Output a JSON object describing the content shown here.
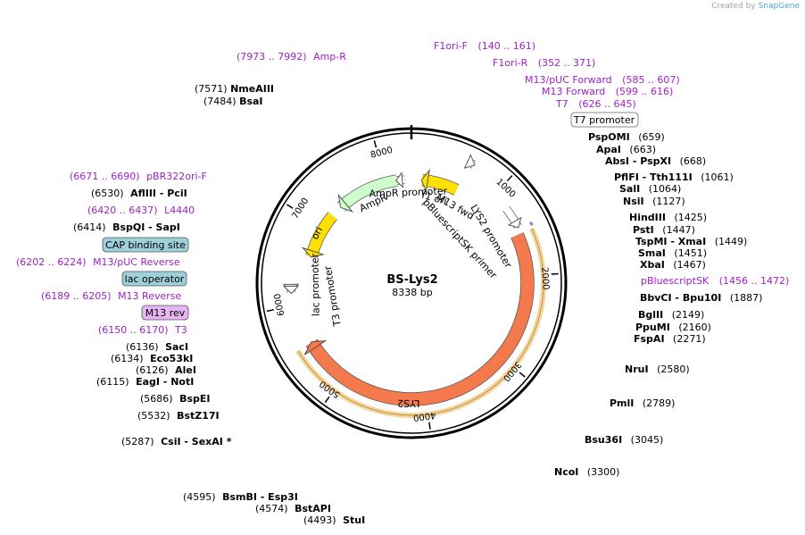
{
  "brand": {
    "created_by": "Created by",
    "name": "SnapGene"
  },
  "plasmid": {
    "name": "BS-Lys2",
    "length": "8338 bp",
    "total_bp": 8338
  },
  "ticks": [
    "1000",
    "2000",
    "3000",
    "4000",
    "5000",
    "6000",
    "7000",
    "8000"
  ],
  "features": [
    {
      "name": "f1 ori",
      "start": 140,
      "end": 596,
      "strand": -1,
      "color": "#ffe000"
    },
    {
      "name": "M13 fwd",
      "start": 599,
      "end": 616,
      "strand": 1,
      "color": "#b070e0"
    },
    {
      "name": "T7 promoter",
      "start": 626,
      "end": 645,
      "strand": 1,
      "color": "#ffffff"
    },
    {
      "name": "LYS2 promoter",
      "start": 1200,
      "end": 1440,
      "strand": 1,
      "color": "#ffffff"
    },
    {
      "name": "pBluescriptSK primer",
      "start": 1456,
      "end": 1472,
      "strand": 1,
      "color": "#b070e0"
    },
    {
      "name": "LYS2",
      "start": 1520,
      "end": 5540,
      "strand": 1,
      "color": "#f4794c"
    },
    {
      "name": "lac promoter",
      "start": 6170,
      "end": 6200,
      "strand": -1,
      "color": "#ffffff"
    },
    {
      "name": "T3 promoter",
      "start": 6150,
      "end": 6170,
      "strand": -1,
      "color": "#ffffff"
    },
    {
      "name": "ori",
      "start": 6600,
      "end": 7190,
      "strand": -1,
      "color": "#ffe000"
    },
    {
      "name": "AmpR",
      "start": 7350,
      "end": 8150,
      "strand": -1,
      "color": "#ccffcc"
    },
    {
      "name": "AmpR promoter",
      "start": 8150,
      "end": 8250,
      "strand": -1,
      "color": "#ffffff"
    }
  ],
  "labels": {
    "top_left": [
      {
        "enzyme": "NmeAIII",
        "pos": "(7571)"
      },
      {
        "enzyme": "BsaI",
        "pos": "(7484)"
      }
    ],
    "primers_top": [
      {
        "range": "(7973 .. 7992)",
        "name": "Amp-R"
      },
      {
        "range": "(140 .. 161)",
        "name": "F1ori-F"
      },
      {
        "range": "(352 .. 371)",
        "name": "F1ori-R"
      },
      {
        "range": "(585 .. 607)",
        "name": "M13/pUC Forward"
      },
      {
        "range": "(599 .. 616)",
        "name": "M13 Forward"
      },
      {
        "range": "(626 .. 645)",
        "name": "T7"
      }
    ],
    "t7_box": "T7 promoter",
    "right_sites": [
      {
        "name": "PspOMI",
        "pos": "(659)"
      },
      {
        "name": "ApaI",
        "pos": "(663)"
      },
      {
        "name": "AbsI - PspXI",
        "pos": "(668)"
      },
      {
        "name": "PflFI - Tth111I",
        "pos": "(1061)"
      },
      {
        "name": "SalI",
        "pos": "(1064)"
      },
      {
        "name": "NsiI",
        "pos": "(1127)"
      },
      {
        "name": "HindIII",
        "pos": "(1425)"
      },
      {
        "name": "PstI",
        "pos": "(1447)"
      },
      {
        "name": "TspMI - XmaI",
        "pos": "(1449)"
      },
      {
        "name": "SmaI",
        "pos": "(1451)"
      },
      {
        "name": "XbaI",
        "pos": "(1467)"
      },
      {
        "name": "BbvCI - Bpu10I",
        "pos": "(1887)"
      },
      {
        "name": "BglII",
        "pos": "(2149)"
      },
      {
        "name": "PpuMI",
        "pos": "(2160)"
      },
      {
        "name": "FspAI",
        "pos": "(2271)"
      },
      {
        "name": "NruI",
        "pos": "(2580)"
      },
      {
        "name": "PmlI",
        "pos": "(2789)"
      },
      {
        "name": "Bsu36I",
        "pos": "(3045)"
      },
      {
        "name": "NcoI",
        "pos": "(3300)"
      }
    ],
    "pbluescript": "pBluescriptSK",
    "pbluescript_range": "(1456 .. 1472)",
    "bottom_sites": [
      {
        "name": "BsmBI - Esp3I",
        "pos": "(4595)"
      },
      {
        "name": "BstAPI",
        "pos": "(4574)"
      },
      {
        "name": "StuI",
        "pos": "(4493)"
      }
    ],
    "left_sites": [
      {
        "name": "CsiI - SexAI *",
        "pos": "(5287)"
      },
      {
        "name": "BstZ17I",
        "pos": "(5532)"
      },
      {
        "name": "BspEI",
        "pos": "(5686)"
      },
      {
        "name": "EagI - NotI",
        "pos": "(6115)"
      },
      {
        "name": "AleI",
        "pos": "(6126)"
      },
      {
        "name": "Eco53kI",
        "pos": "(6134)"
      },
      {
        "name": "SacI",
        "pos": "(6136)"
      },
      {
        "name": "AflIII - PciI",
        "pos": "(6530)"
      },
      {
        "name": "BspQI - SapI",
        "pos": "(6414)"
      }
    ],
    "left_primers": [
      {
        "range": "(6671 .. 6690)",
        "name": "pBR322ori-F"
      },
      {
        "range": "(6420 .. 6437)",
        "name": "L4440"
      },
      {
        "range": "(6202 .. 6224)",
        "name": "M13/pUC Reverse"
      },
      {
        "range": "(6189 .. 6205)",
        "name": "M13 Reverse"
      },
      {
        "range": "(6150 .. 6170)",
        "name": "T3"
      }
    ],
    "boxes": {
      "cap": "CAP binding site",
      "lac_op": "lac operator",
      "m13rev": "M13 rev"
    }
  },
  "colors": {
    "backbone": "#000000",
    "primer": "#a020c8",
    "lys2": "#f4794c",
    "ampr": "#ccffcc",
    "ori": "#ffe000",
    "box_blue": "#9ed0da",
    "box_purple": "#e5b6f2"
  }
}
